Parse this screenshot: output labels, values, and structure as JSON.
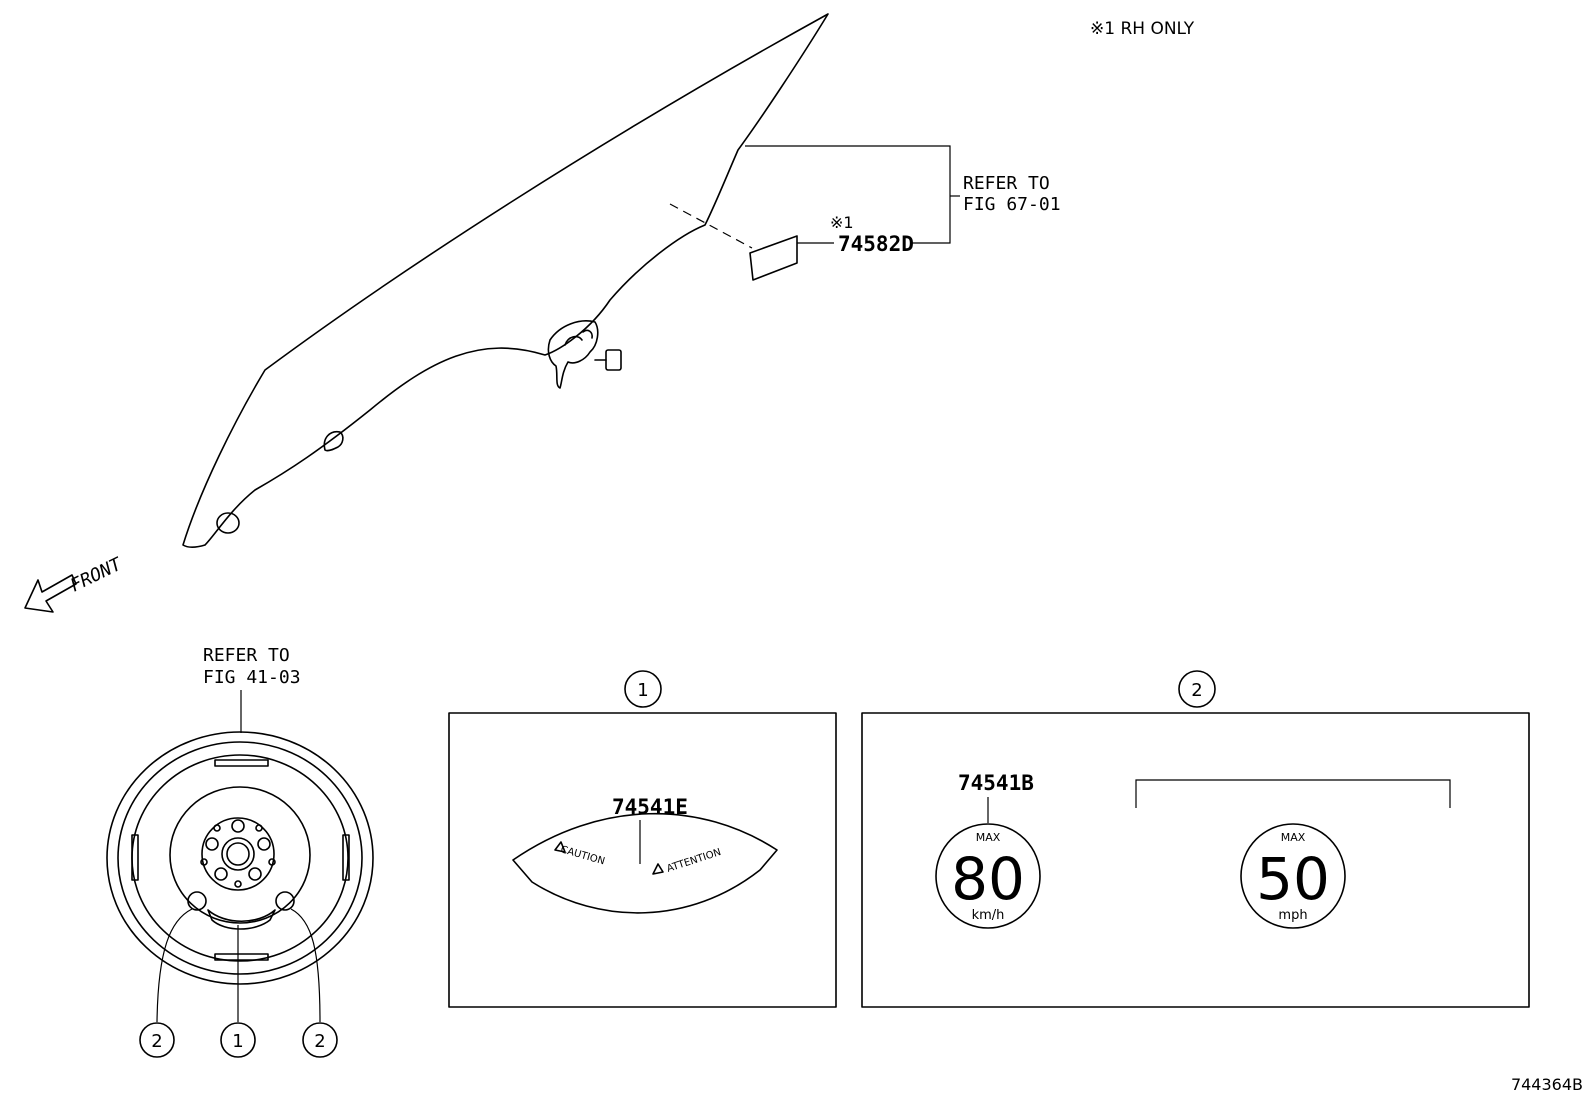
{
  "notes": {
    "rh_only": "※1 RH ONLY",
    "marker": "※1"
  },
  "references": {
    "fig67_line1": "REFER TO",
    "fig67_line2": "FIG 67-01",
    "fig41_line1": "REFER TO",
    "fig41_line2": "FIG 41-03"
  },
  "parts": {
    "window_label": "74582D",
    "caution_label": "74541E",
    "speed_label": "74541B"
  },
  "front_label": "FRONT",
  "callouts": {
    "one": "1",
    "two": "2"
  },
  "caution_sticker": {
    "caution": "CAUTION",
    "attention": "ATTENTION"
  },
  "speed_badges": [
    {
      "max": "MAX",
      "value": "80",
      "unit": "km/h"
    },
    {
      "max": "MAX",
      "value": "50",
      "unit": "mph"
    }
  ],
  "drawing_number": "744364B"
}
